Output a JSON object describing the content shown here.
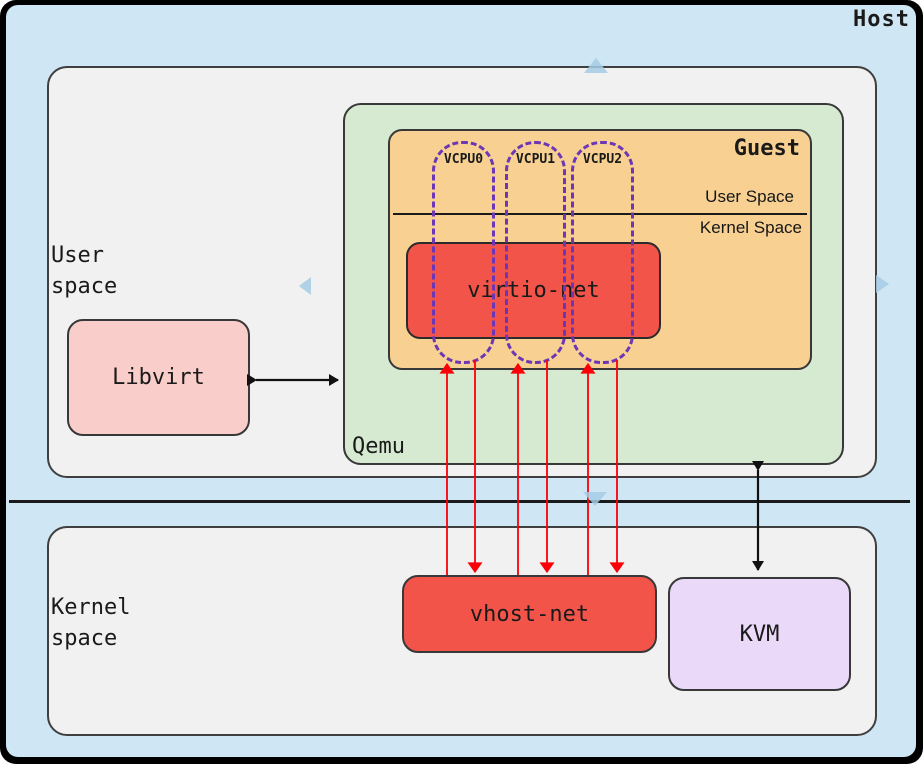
{
  "diagram": {
    "host_label": "Host",
    "regions": {
      "user_space_label": "User\nspace",
      "kernel_space_label": "Kernel\nspace"
    },
    "nodes": {
      "libvirt": "Libvirt",
      "qemu": "Qemu",
      "guest": "Guest",
      "guest_user_space": "User Space",
      "guest_kernel_space": "Kernel Space",
      "virtio_net": "virtio-net",
      "vhost_net": "vhost-net",
      "kvm": "KVM"
    },
    "vcpus": [
      "VCPU0",
      "VCPU1",
      "VCPU2"
    ],
    "colors": {
      "frame": "#000000",
      "host_bg": "#cfe7f4",
      "region_bg": "#f1f1f1",
      "region_border": "#3f3f3f",
      "qemu_bg": "#d6ead2",
      "guest_bg": "#f7d092",
      "libvirt_bg": "#f9cdc9",
      "red_bg": "#f2544a",
      "kvm_bg": "#ead9f8",
      "vcpu_border": "#6c36b5",
      "arrow_red": "#fb0007",
      "arrow_black": "#111111",
      "nav_arrow": "#a4cbe4",
      "text": "#1a1a1a"
    }
  }
}
